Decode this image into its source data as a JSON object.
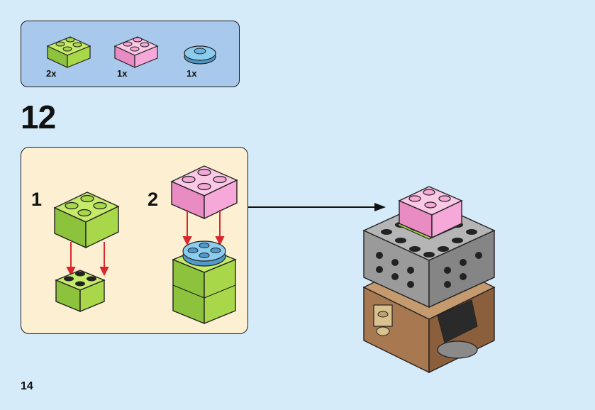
{
  "parts_list": {
    "items": [
      {
        "name": "lime-2x2-brick",
        "color": "#a8d84a",
        "qty": "2x"
      },
      {
        "name": "pink-2x2-brick",
        "color": "#f6a8d8",
        "qty": "1x"
      },
      {
        "name": "blue-round-plate",
        "color": "#6cb5de",
        "qty": "1x"
      }
    ]
  },
  "step": {
    "number": "12"
  },
  "substeps": [
    {
      "number": "1"
    },
    {
      "number": "2"
    }
  ],
  "colors": {
    "lime": "#a8d84a",
    "pink": "#f6a8d8",
    "trans_blue": "#6cb5de",
    "gray": "#9a9a9a",
    "brown": "#a87850",
    "callout_bg": "#fdf0d2",
    "parts_bg": "#a9c9ec",
    "arrow_red": "#d8282e"
  },
  "page": {
    "number": "14"
  }
}
